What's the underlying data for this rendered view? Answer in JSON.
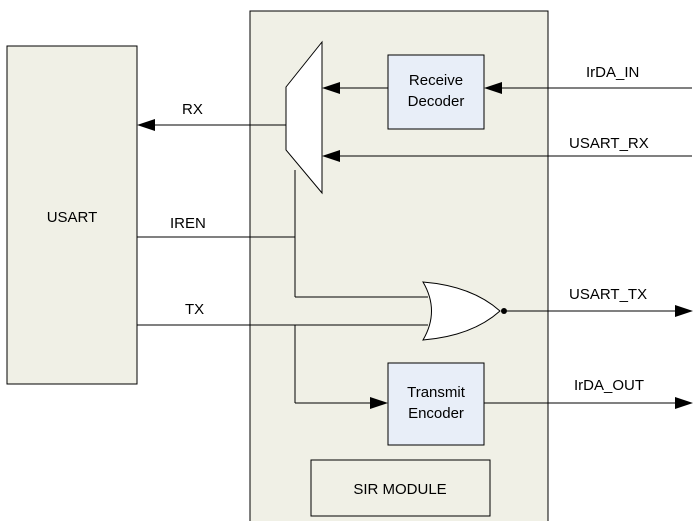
{
  "colors": {
    "block_fill": "#f0f0e6",
    "inner_box_fill": "#e8eef8",
    "line": "#000000",
    "background": "#ffffff"
  },
  "blocks": {
    "usart": "USART",
    "receive_decoder": [
      "Receive",
      "Decoder"
    ],
    "transmit_encoder": [
      "Transmit",
      "Encoder"
    ],
    "sir_module": "SIR MODULE"
  },
  "signals": {
    "rx": "RX",
    "iren": "IREN",
    "tx": "TX",
    "irda_in": "IrDA_IN",
    "usart_rx": "USART_RX",
    "usart_tx": "USART_TX",
    "irda_out": "IrDA_OUT"
  },
  "icons": {
    "multiplexer": "mux-trapezoid-icon",
    "or_gate": "or-gate-icon"
  }
}
